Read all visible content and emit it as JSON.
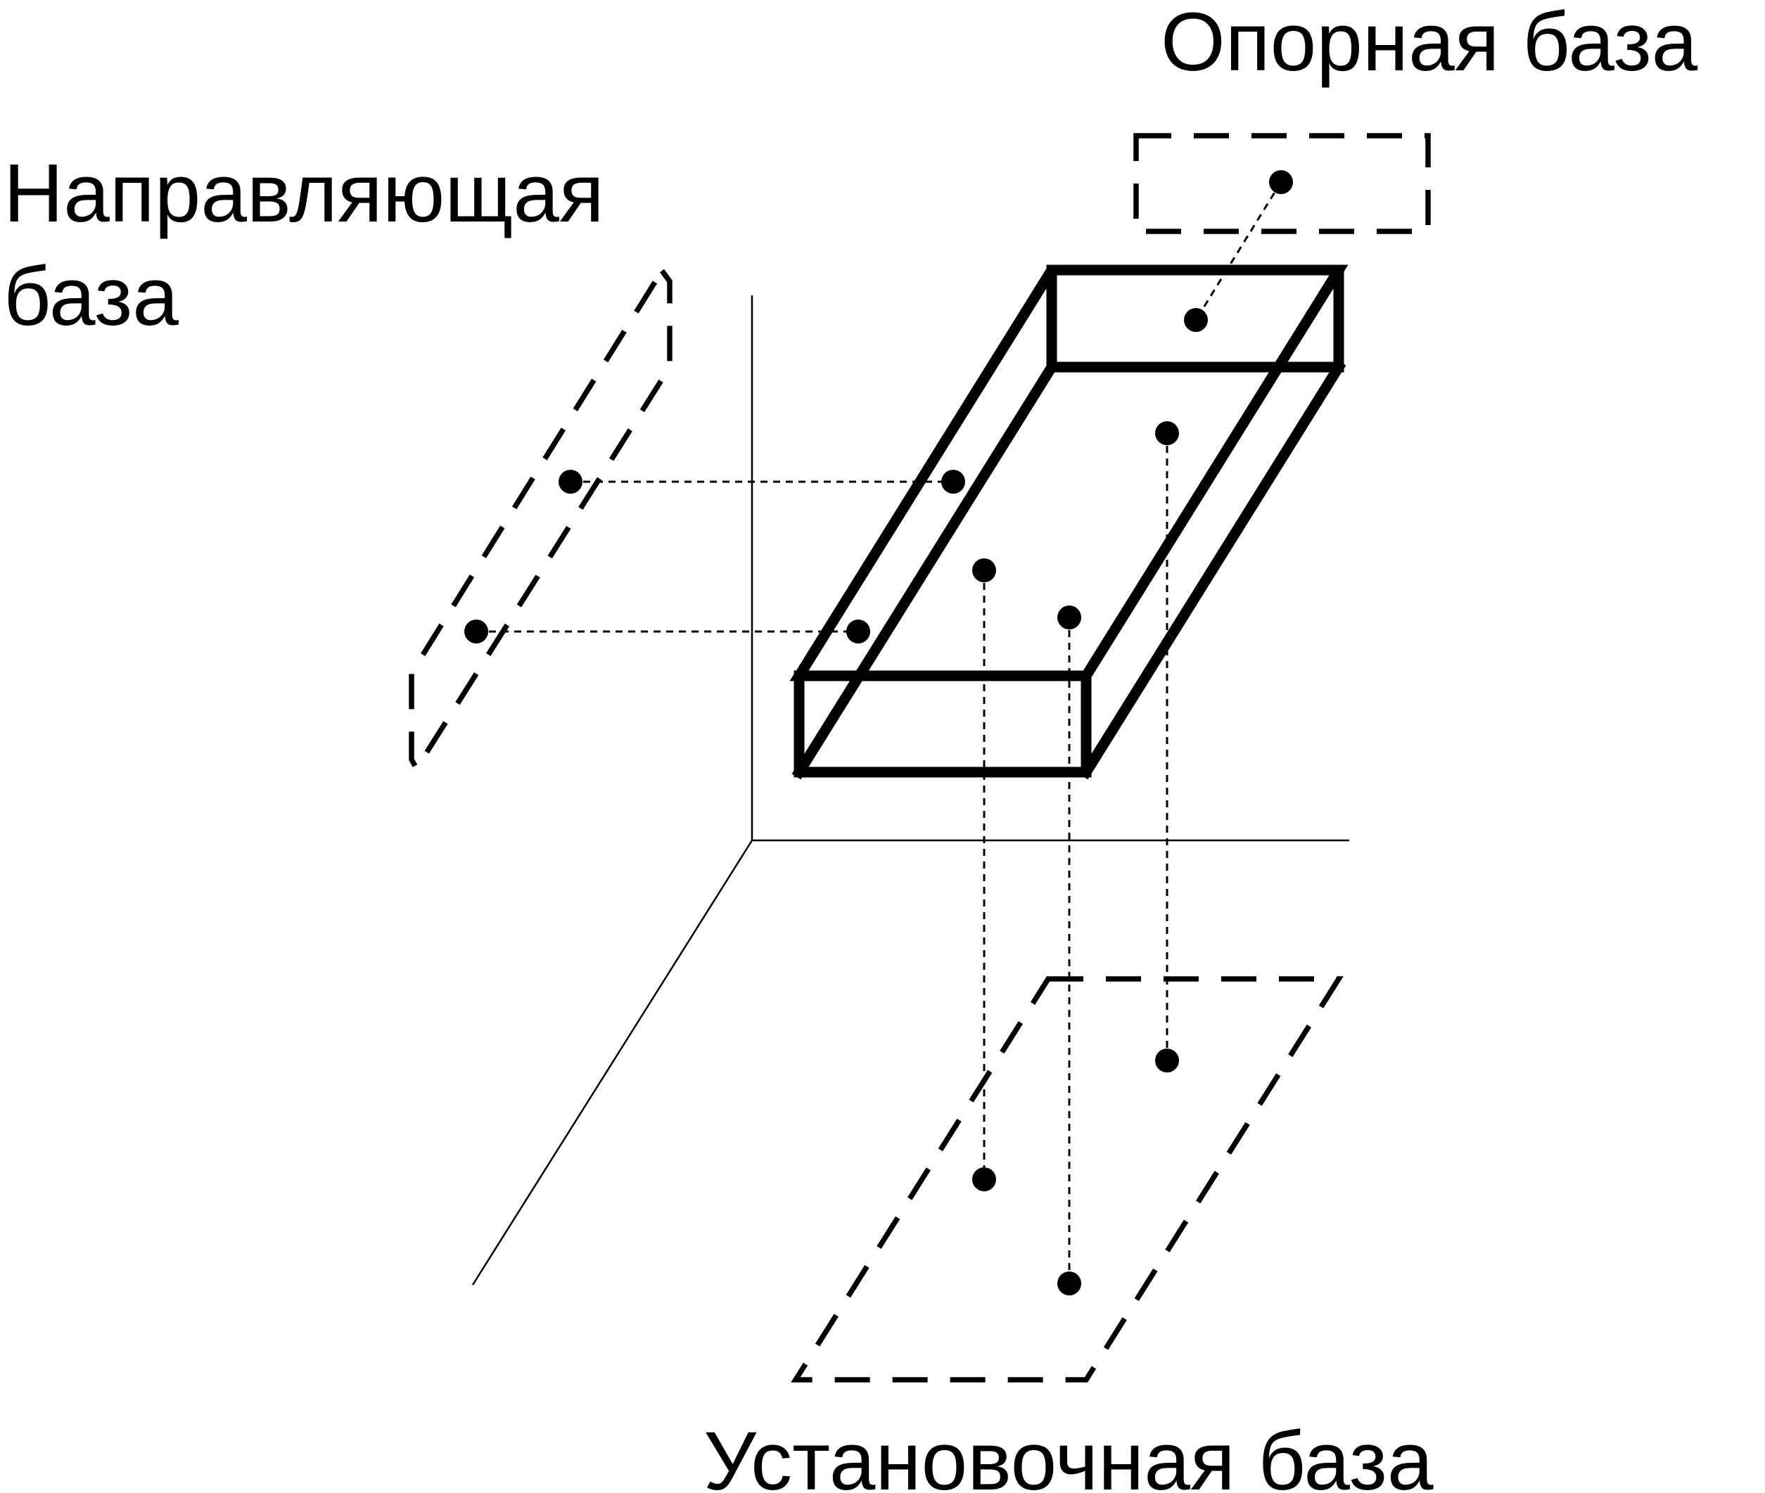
{
  "labels": {
    "reference_base": "Опорная база",
    "guide_base_line1": "Направляющая",
    "guide_base_line2": "база",
    "mounting_base": "Установочная база"
  }
}
